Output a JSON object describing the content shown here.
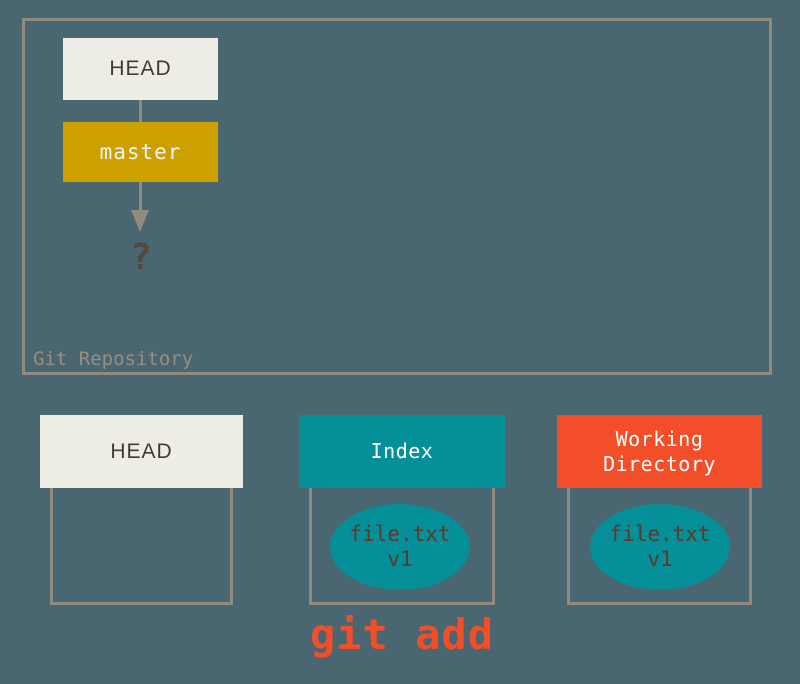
{
  "diagram": {
    "background_color": "#4a6670",
    "repository": {
      "label": "Git Repository",
      "border_color": "#908b7e",
      "head_box": {
        "label": "HEAD",
        "background_color": "#eeede5",
        "text_color": "#413b33"
      },
      "branch_box": {
        "label": "master",
        "background_color": "#cda002",
        "text_color": "#f4f3ee"
      },
      "commit_placeholder": {
        "label": "?",
        "text_color": "#52483c"
      },
      "connectors": [
        {
          "from": "HEAD",
          "to": "master",
          "style": "line"
        },
        {
          "from": "master",
          "to": "?",
          "style": "arrow"
        }
      ]
    },
    "areas": [
      {
        "id": "head",
        "label": "HEAD",
        "header_color": "#eeede5",
        "header_text_color": "#413b33",
        "contents": []
      },
      {
        "id": "index",
        "label": "Index",
        "header_color": "#058f99",
        "header_text_color": "#ffffff",
        "contents": [
          {
            "name": "file.txt",
            "version": "v1",
            "fill_color": "#058f99",
            "text_color": "#5b3b29"
          }
        ]
      },
      {
        "id": "working-directory",
        "label_line1": "Working",
        "label_line2": "Directory",
        "header_color": "#f24e29",
        "header_text_color": "#ffffff",
        "contents": [
          {
            "name": "file.txt",
            "version": "v1",
            "fill_color": "#058f99",
            "text_color": "#5b3b29"
          }
        ]
      }
    ],
    "command": {
      "label": "git add",
      "text_color": "#f24e29"
    }
  }
}
